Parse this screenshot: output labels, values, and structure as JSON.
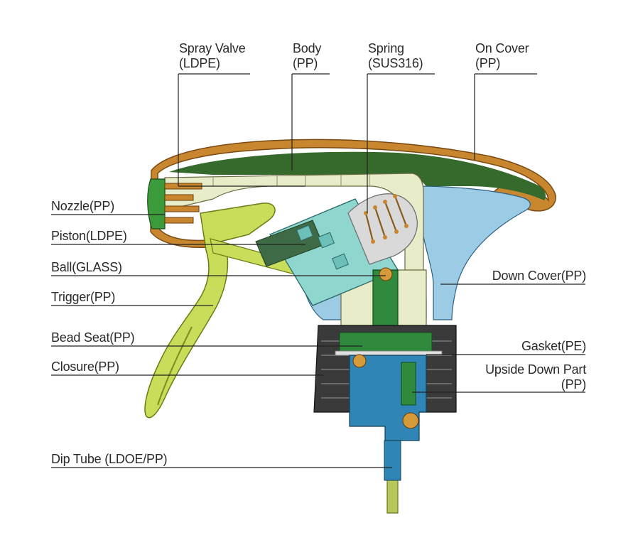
{
  "labels": {
    "spray_valve": {
      "name": "Spray Valve",
      "material": "(LDPE)"
    },
    "body": {
      "name": "Body",
      "material": "(PP)"
    },
    "spring": {
      "name": "Spring",
      "material": "(SUS316)"
    },
    "on_cover": {
      "name": "On Cover",
      "material": "(PP)"
    },
    "nozzle": "Nozzle(PP)",
    "piston": "Piston(LDPE)",
    "ball": "Ball(GLASS)",
    "trigger": "Trigger(PP)",
    "bead_seat": "Bead Seat(PP)",
    "closure": "Closure(PP)",
    "dip_tube": "Dip Tube (LDOE/PP)",
    "down_cover": "Down Cover(PP)",
    "gasket": "Gasket(PE)",
    "upside_down_part": {
      "name": "Upside Down Part",
      "material": "(PP)"
    }
  },
  "colors": {
    "on_cover": "#c8872e",
    "body": "#e9ecc9",
    "down_cover": "#9ccbe6",
    "trigger": "#c9dd5a",
    "nozzle": "#3b9a3a",
    "piston": "#8fd6cf",
    "closure": "#3a3a3a",
    "upside_down_part": "#2f86b6",
    "dip_tube": "#b9c75a",
    "stem": "#2f8a3e",
    "ball": "#d59a3a"
  }
}
